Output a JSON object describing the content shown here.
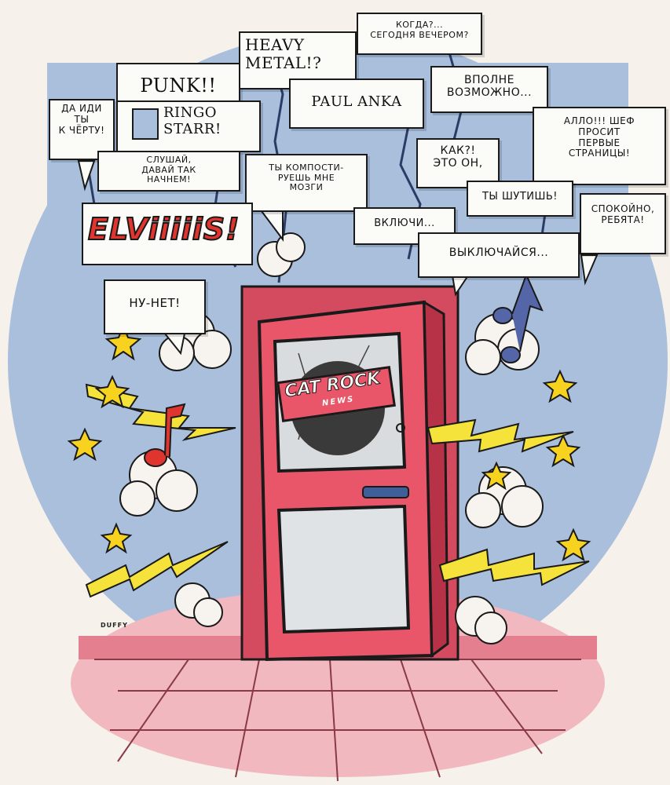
{
  "colors": {
    "background": "#f6f1ea",
    "wall": "#a9bfdc",
    "door": "#e9566a",
    "door_dark": "#b83247",
    "floor": "#f1b8c0",
    "bolt": "#f5e23a",
    "star": "#f7d21e",
    "note_red": "#e0342f",
    "note_blue": "#5566a8"
  },
  "speech": {
    "da_idi": "ДА ИДИ\nТЫ\nК ЧЁРТУ!",
    "punk": "PUNK!!",
    "ringo": "RINGO\nSTARR!",
    "slushay": "СЛУШАЙ,\nДАВАЙ ТАК\nНАЧНЕМ!",
    "heavy_metal": "HEAVY\nMETAL!?",
    "paul_anka": "PAUL ANKA",
    "kogda": "КОГДА?...\nСЕГОДНЯ ВЕЧЕРОМ?",
    "vpolne": "ВПОЛНЕ\nВОЗМОЖНО...",
    "allo": "АЛЛО!!! ШЕФ\nПРОСИТ\nПЕРВЫЕ\nСТРАНИЦЫ!",
    "kak": "КАК?!\nЭТО ОН,",
    "shutish": "ТЫ ШУТИШЬ!",
    "kompost": "ТЫ КОМПОСТИ-\nРУЕШЬ МНЕ\nМОЗГИ",
    "vklyuchi": "ВКЛЮЧИ...",
    "vyklyuchaysya": "ВЫКЛЮЧАЙСЯ...",
    "spokoyno": "СПОКОЙНО,\nРЕБЯТА!",
    "nu_net": "НУ-НЕТ!"
  },
  "elvis": "ELViiiiiS!",
  "door_sign": {
    "line1": "CAT ROCK",
    "line2": "NEWS"
  },
  "signature": "DUFFY",
  "icons": [
    "star-icon",
    "lightning-bolt-icon",
    "music-note-icon",
    "smoke-cloud-icon",
    "door-handle-icon"
  ]
}
